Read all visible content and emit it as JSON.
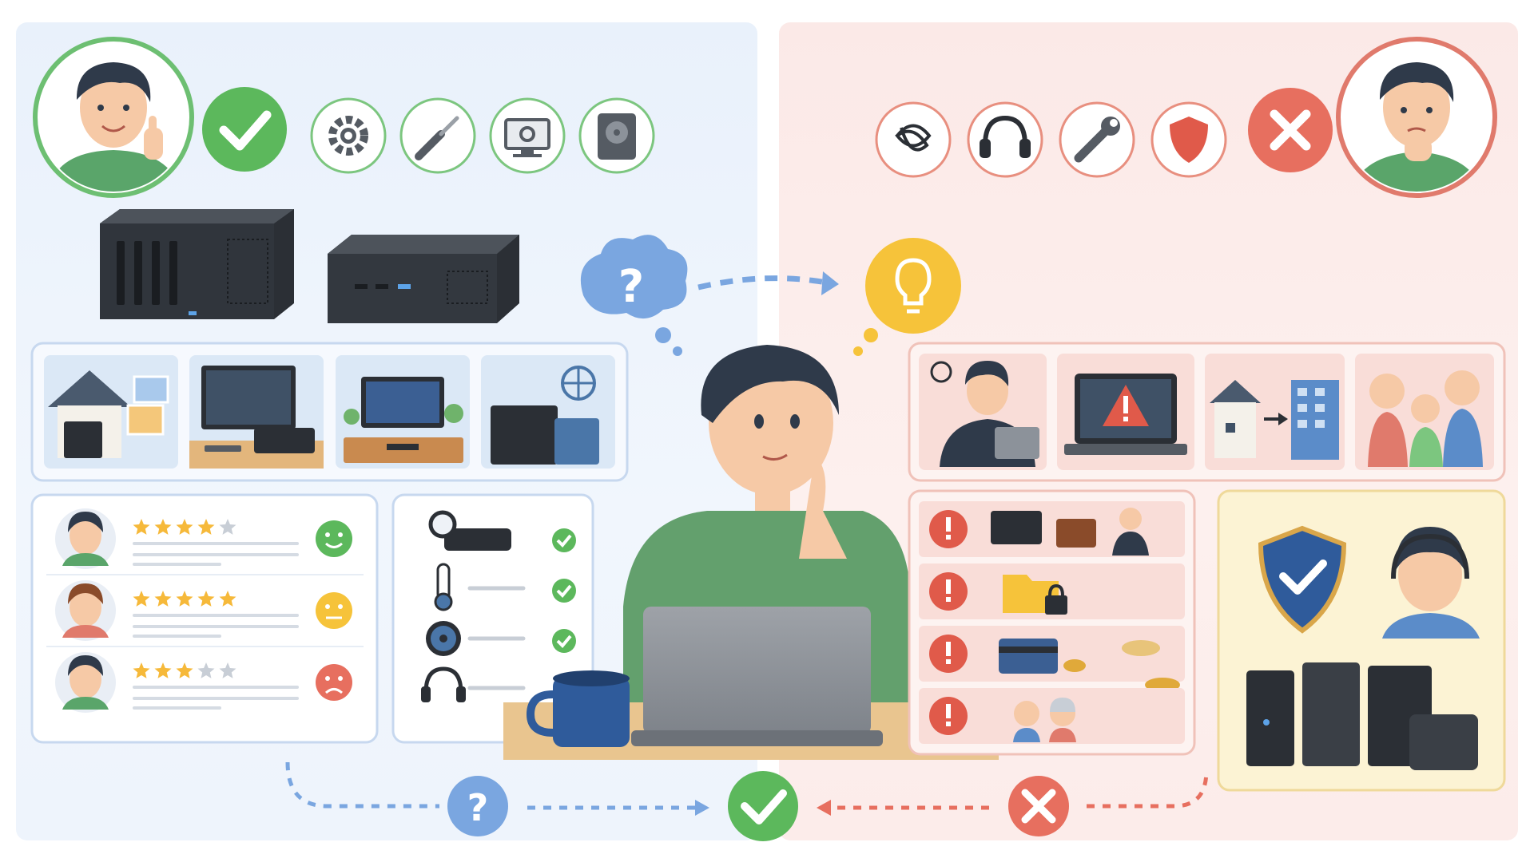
{
  "colors": {
    "positive": "#5cb85c",
    "negative": "#e76f5f",
    "question": "#7aa6e0",
    "idea": "#f6c33a",
    "left_panel": "#eaf2fc",
    "right_panel": "#fcebe9"
  },
  "left_panel": {
    "feature_icons": [
      "gear-icon",
      "screwdriver-icon",
      "monitor-settings-icon",
      "hard-drive-icon"
    ],
    "status_icon": "check-icon",
    "use_case_icons": [
      "home-server-icon",
      "desktop-workstation-icon",
      "living-room-tv-icon",
      "server-rack-network-icon"
    ],
    "reviews": [
      {
        "stars": 4,
        "mood": "happy-face-icon"
      },
      {
        "stars": 4.5,
        "mood": "neutral-face-icon"
      },
      {
        "stars": 3,
        "mood": "sad-face-icon"
      }
    ],
    "checklist_icons": [
      "magnifier-device-icon",
      "thermometer-icon",
      "fan-icon",
      "headset-icon"
    ]
  },
  "right_panel": {
    "concern_icons": [
      "tangled-lines-icon",
      "headset-icon",
      "wrench-icon",
      "shield-icon"
    ],
    "status_icon": "cross-icon",
    "scenario_icons": [
      "confused-user-icon",
      "laptop-warning-icon",
      "house-to-office-icon",
      "family-icon"
    ],
    "warnings": [
      "work-laptop-icon",
      "locked-folder-icon",
      "credit-card-coins-icon",
      "elderly-couple-icon"
    ],
    "support_icons": [
      "verified-shield-icon",
      "support-agent-icon",
      "pc-towers-icon"
    ]
  },
  "center": {
    "thought_question": "?",
    "thought_idea": "lightbulb-icon",
    "bottom_flow": [
      "?",
      "check-icon",
      "cross-icon"
    ]
  }
}
